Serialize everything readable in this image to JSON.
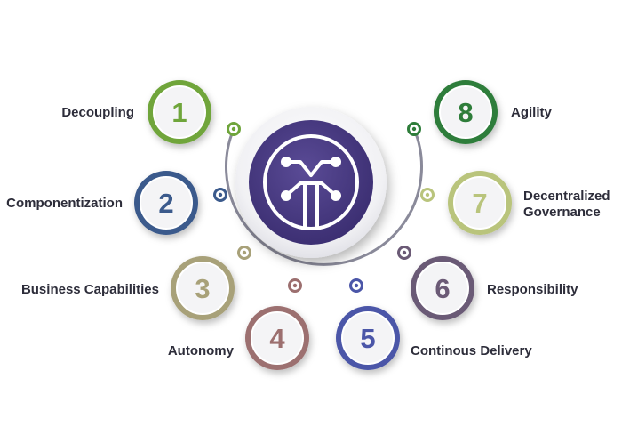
{
  "items": [
    {
      "number": "1",
      "label": "Decoupling",
      "color": "#6fa53b"
    },
    {
      "number": "2",
      "label": "Componentization",
      "color": "#3b5a8c"
    },
    {
      "number": "3",
      "label": "Business Capabilities",
      "color": "#a8a179"
    },
    {
      "number": "4",
      "label": "Autonomy",
      "color": "#9c6f6f"
    },
    {
      "number": "5",
      "label": "Continous Delivery",
      "color": "#4b56a8"
    },
    {
      "number": "6",
      "label": "Responsibility",
      "color": "#6b5a76"
    },
    {
      "number": "7",
      "label": "Decentralized Governance",
      "label_lines": [
        "Decentralized",
        "Governance"
      ],
      "color": "#b9c47c"
    },
    {
      "number": "8",
      "label": "Agility",
      "color": "#2e7d3a"
    }
  ],
  "center": {
    "icon": "microservices-network-icon",
    "color": "#4a3b83"
  },
  "arc_color": "#8a8a9a"
}
